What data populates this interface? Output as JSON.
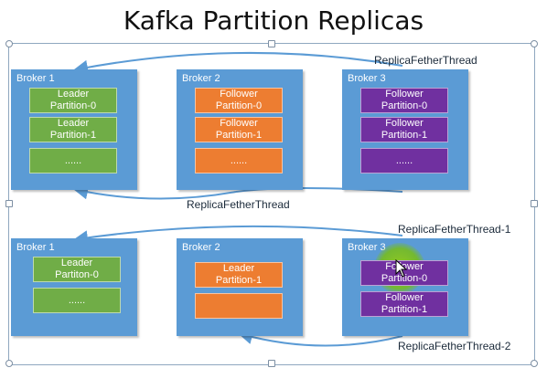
{
  "title": "Kafka Partition Replicas",
  "top": {
    "brokers": [
      {
        "label": "Broker 1",
        "partitions": [
          {
            "lines": [
              "Leader",
              "Partition-0"
            ]
          },
          {
            "lines": [
              "Leader",
              "Partition-1"
            ]
          },
          {
            "lines": [
              "......",
              ""
            ]
          }
        ]
      },
      {
        "label": "Broker 2",
        "partitions": [
          {
            "lines": [
              "Follower",
              "Partition-0"
            ]
          },
          {
            "lines": [
              "Follower",
              "Partition-1"
            ]
          },
          {
            "lines": [
              "......",
              ""
            ]
          }
        ]
      },
      {
        "label": "Broker 3",
        "partitions": [
          {
            "lines": [
              "Follower",
              "Partition-0"
            ]
          },
          {
            "lines": [
              "Follower",
              "Partition-1"
            ]
          },
          {
            "lines": [
              "......",
              ""
            ]
          }
        ]
      }
    ],
    "thread_top": "ReplicaFetherThread",
    "thread_bottom": "ReplicaFetherThread"
  },
  "bottom": {
    "brokers": [
      {
        "label": "Broker 1",
        "partitions": [
          {
            "lines": [
              "Leader",
              "Partiton-0"
            ]
          },
          {
            "lines": [
              "......",
              ""
            ]
          }
        ]
      },
      {
        "label": "Broker 2",
        "partitions": [
          {
            "lines": [
              "Leader",
              "Partition-1"
            ]
          },
          {
            "lines": [
              "",
              ""
            ]
          }
        ]
      },
      {
        "label": "Broker 3",
        "partitions": [
          {
            "lines": [
              "Follower",
              "Partition-0"
            ]
          },
          {
            "lines": [
              "Follower",
              "Partition-1"
            ]
          }
        ]
      }
    ],
    "thread_1": "ReplicaFetherThread-1",
    "thread_2": "ReplicaFetherThread-2"
  },
  "colors": {
    "broker": "#5b9bd5",
    "leader": "#70ad47",
    "follower_b2": "#ed7d31",
    "follower_b3": "#7030a0",
    "arrow": "#5b9bd5"
  }
}
